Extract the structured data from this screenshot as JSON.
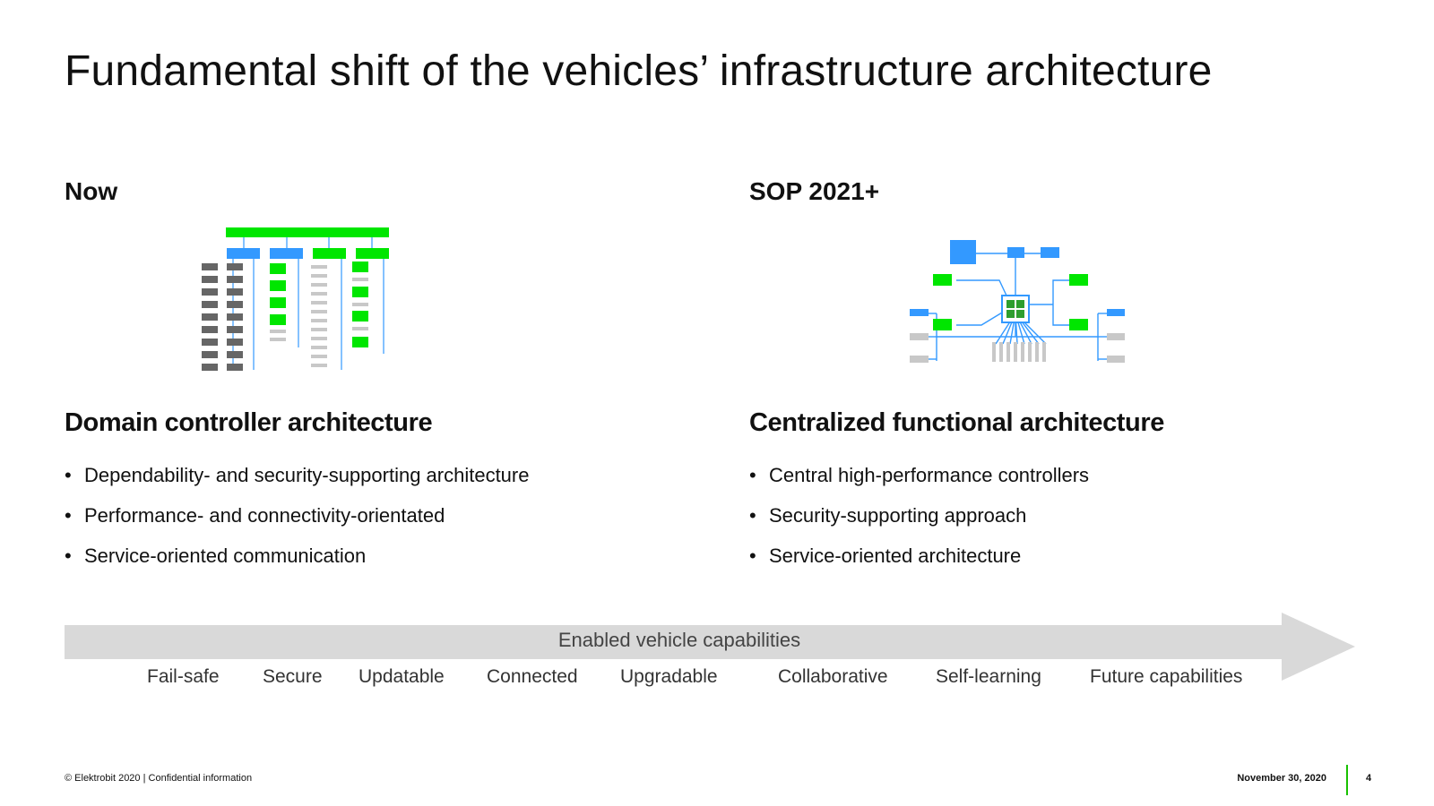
{
  "slide": {
    "title": "Fundamental shift of the vehicles’ infrastructure architecture"
  },
  "left": {
    "label": "Now",
    "heading": "Domain controller architecture",
    "bullets": [
      "Dependability- and security-supporting  architecture",
      "Performance- and connectivity-orientated",
      "Service-oriented  communication"
    ]
  },
  "right": {
    "label": "SOP 2021+",
    "heading": "Centralized functional architecture",
    "bullets": [
      "Central high-performance  controllers",
      "Security-supporting approach",
      "Service-oriented  architecture"
    ]
  },
  "arrow": {
    "label": "Enabled vehicle capabilities",
    "capabilities": [
      "Fail-safe",
      "Secure",
      "Updatable",
      "Connected",
      "Upgradable",
      "Collaborative",
      "Self-learning",
      "Future capabilities"
    ]
  },
  "footer": {
    "copyright": "© Elektrobit 2020 | Confidential information",
    "date": "November 30, 2020",
    "page": "4"
  },
  "colors": {
    "green": "#00e600",
    "blue": "#3399ff",
    "dark_gray": "#666666",
    "light_gray": "#c8c8c8",
    "arrow_gray": "#d9d9d9",
    "accent_green": "#19c100"
  }
}
